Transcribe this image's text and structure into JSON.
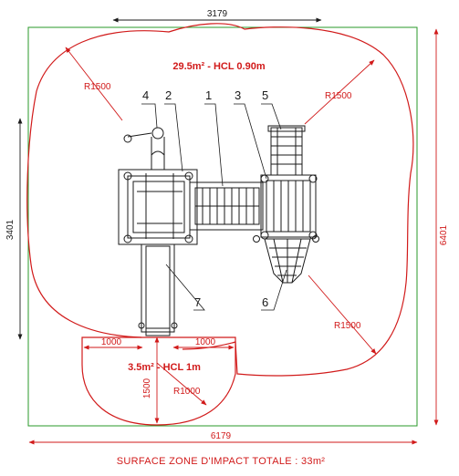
{
  "dimensions": {
    "top_width": "3179",
    "left_height": "3401",
    "right_height": "6401",
    "bottom_width": "6179",
    "small_left": "1000",
    "small_right": "1000",
    "small_vertical": "1500"
  },
  "radii": {
    "top_left": "R1500",
    "top_right": "R1500",
    "bottom_right": "R1500",
    "small_zone": "R1000"
  },
  "zones": {
    "main": "29.5m² - HCL 0.90m",
    "small": "3.5m² - HCL 1m"
  },
  "callouts": [
    "1",
    "2",
    "3",
    "4",
    "5",
    "6",
    "7"
  ],
  "caption": "SURFACE ZONE D'IMPACT TOTALE : 33m²",
  "colors": {
    "zone_outline": "#d11a1a",
    "bounding_box": "#2a9a2a",
    "structure": "#1a1a1a"
  }
}
